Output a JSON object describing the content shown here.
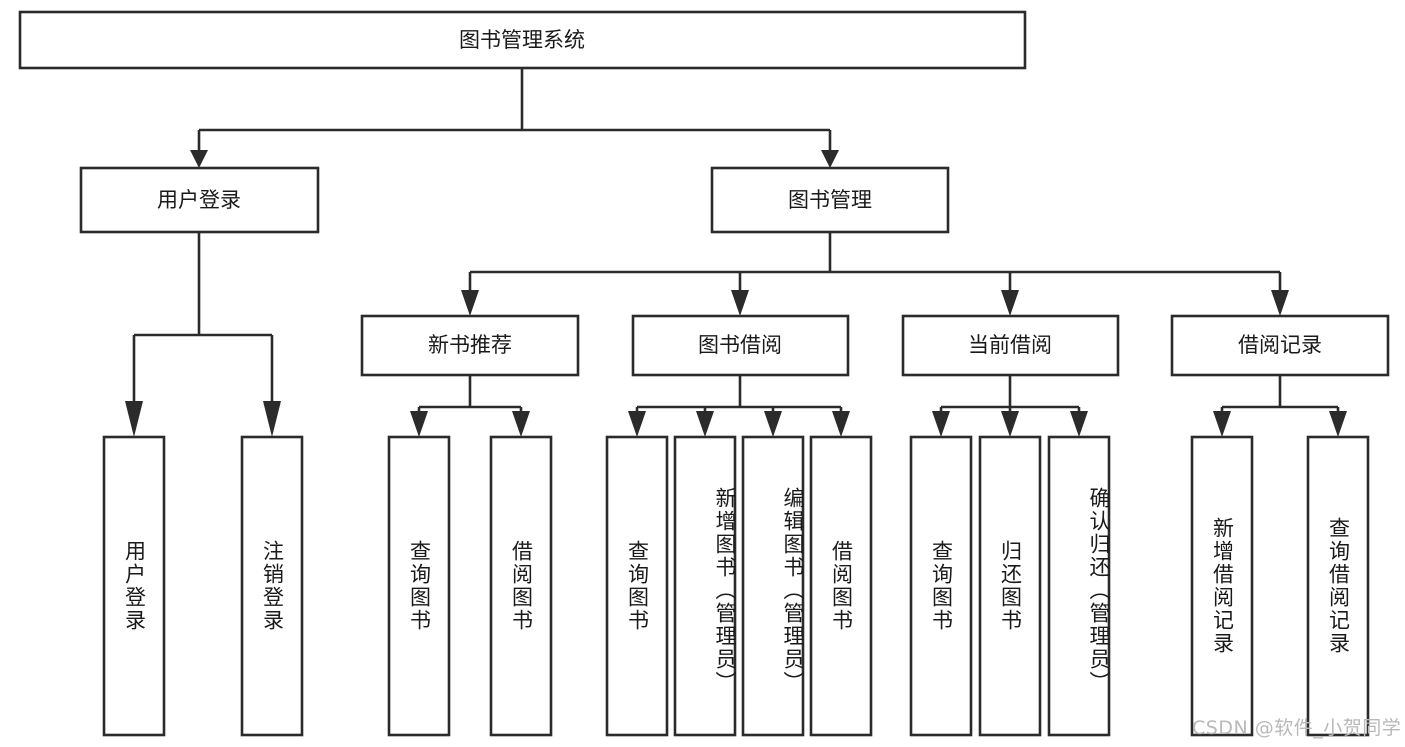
{
  "diagram": {
    "title": "图书管理系统",
    "type": "tree-hierarchy-chart",
    "background_color": "#ffffff",
    "stroke_color": "#2b2b2b",
    "text_color": "#1a1a1a",
    "nodes": {
      "root": {
        "label": "图书管理系统",
        "level": 1,
        "orientation": "horizontal"
      },
      "n_user_login": {
        "label": "用户登录",
        "level": 2,
        "orientation": "horizontal"
      },
      "n_book_mgmt": {
        "label": "图书管理",
        "level": 2,
        "orientation": "horizontal"
      },
      "n_new_book_rec": {
        "label": "新书推荐",
        "level": 3,
        "orientation": "horizontal"
      },
      "n_book_borrow": {
        "label": "图书借阅",
        "level": 3,
        "orientation": "horizontal"
      },
      "n_current_borrow": {
        "label": "当前借阅",
        "level": 3,
        "orientation": "horizontal"
      },
      "n_borrow_record": {
        "label": "借阅记录",
        "level": 3,
        "orientation": "horizontal"
      },
      "l_user_login": {
        "label": "用户登录",
        "level": 4,
        "orientation": "vertical"
      },
      "l_logout": {
        "label": "注销登录",
        "level": 4,
        "orientation": "vertical"
      },
      "l_query_book_1": {
        "label": "查询图书",
        "level": 4,
        "orientation": "vertical"
      },
      "l_borrow_book_1": {
        "label": "借阅图书",
        "level": 4,
        "orientation": "vertical"
      },
      "l_query_book_2": {
        "label": "查询图书",
        "level": 4,
        "orientation": "vertical"
      },
      "l_add_book": {
        "label": "新增图书（管理员）",
        "level": 4,
        "orientation": "vertical"
      },
      "l_edit_book": {
        "label": "编辑图书（管理员）",
        "level": 4,
        "orientation": "vertical"
      },
      "l_borrow_book_2": {
        "label": "借阅图书",
        "level": 4,
        "orientation": "vertical"
      },
      "l_query_book_3": {
        "label": "查询图书",
        "level": 4,
        "orientation": "vertical"
      },
      "l_return_book": {
        "label": "归还图书",
        "level": 4,
        "orientation": "vertical"
      },
      "l_confirm_return": {
        "label": "确认归还（管理员）",
        "level": 4,
        "orientation": "vertical"
      },
      "l_add_record": {
        "label": "新增借阅记录",
        "level": 4,
        "orientation": "vertical"
      },
      "l_query_record": {
        "label": "查询借阅记录",
        "level": 4,
        "orientation": "vertical"
      }
    },
    "edges": [
      {
        "from": "root",
        "to": "n_user_login"
      },
      {
        "from": "root",
        "to": "n_book_mgmt"
      },
      {
        "from": "n_user_login",
        "to": "l_user_login"
      },
      {
        "from": "n_user_login",
        "to": "l_logout"
      },
      {
        "from": "n_book_mgmt",
        "to": "n_new_book_rec"
      },
      {
        "from": "n_book_mgmt",
        "to": "n_book_borrow"
      },
      {
        "from": "n_book_mgmt",
        "to": "n_current_borrow"
      },
      {
        "from": "n_book_mgmt",
        "to": "n_borrow_record"
      },
      {
        "from": "n_new_book_rec",
        "to": "l_query_book_1"
      },
      {
        "from": "n_new_book_rec",
        "to": "l_borrow_book_1"
      },
      {
        "from": "n_book_borrow",
        "to": "l_query_book_2"
      },
      {
        "from": "n_book_borrow",
        "to": "l_add_book"
      },
      {
        "from": "n_book_borrow",
        "to": "l_edit_book"
      },
      {
        "from": "n_book_borrow",
        "to": "l_borrow_book_2"
      },
      {
        "from": "n_current_borrow",
        "to": "l_query_book_3"
      },
      {
        "from": "n_current_borrow",
        "to": "l_return_book"
      },
      {
        "from": "n_current_borrow",
        "to": "l_confirm_return"
      },
      {
        "from": "n_borrow_record",
        "to": "l_add_record"
      },
      {
        "from": "n_borrow_record",
        "to": "l_query_record"
      }
    ]
  },
  "watermark": {
    "text": "CSDN @软件_小贺同学",
    "color": "#b9b9b9"
  }
}
